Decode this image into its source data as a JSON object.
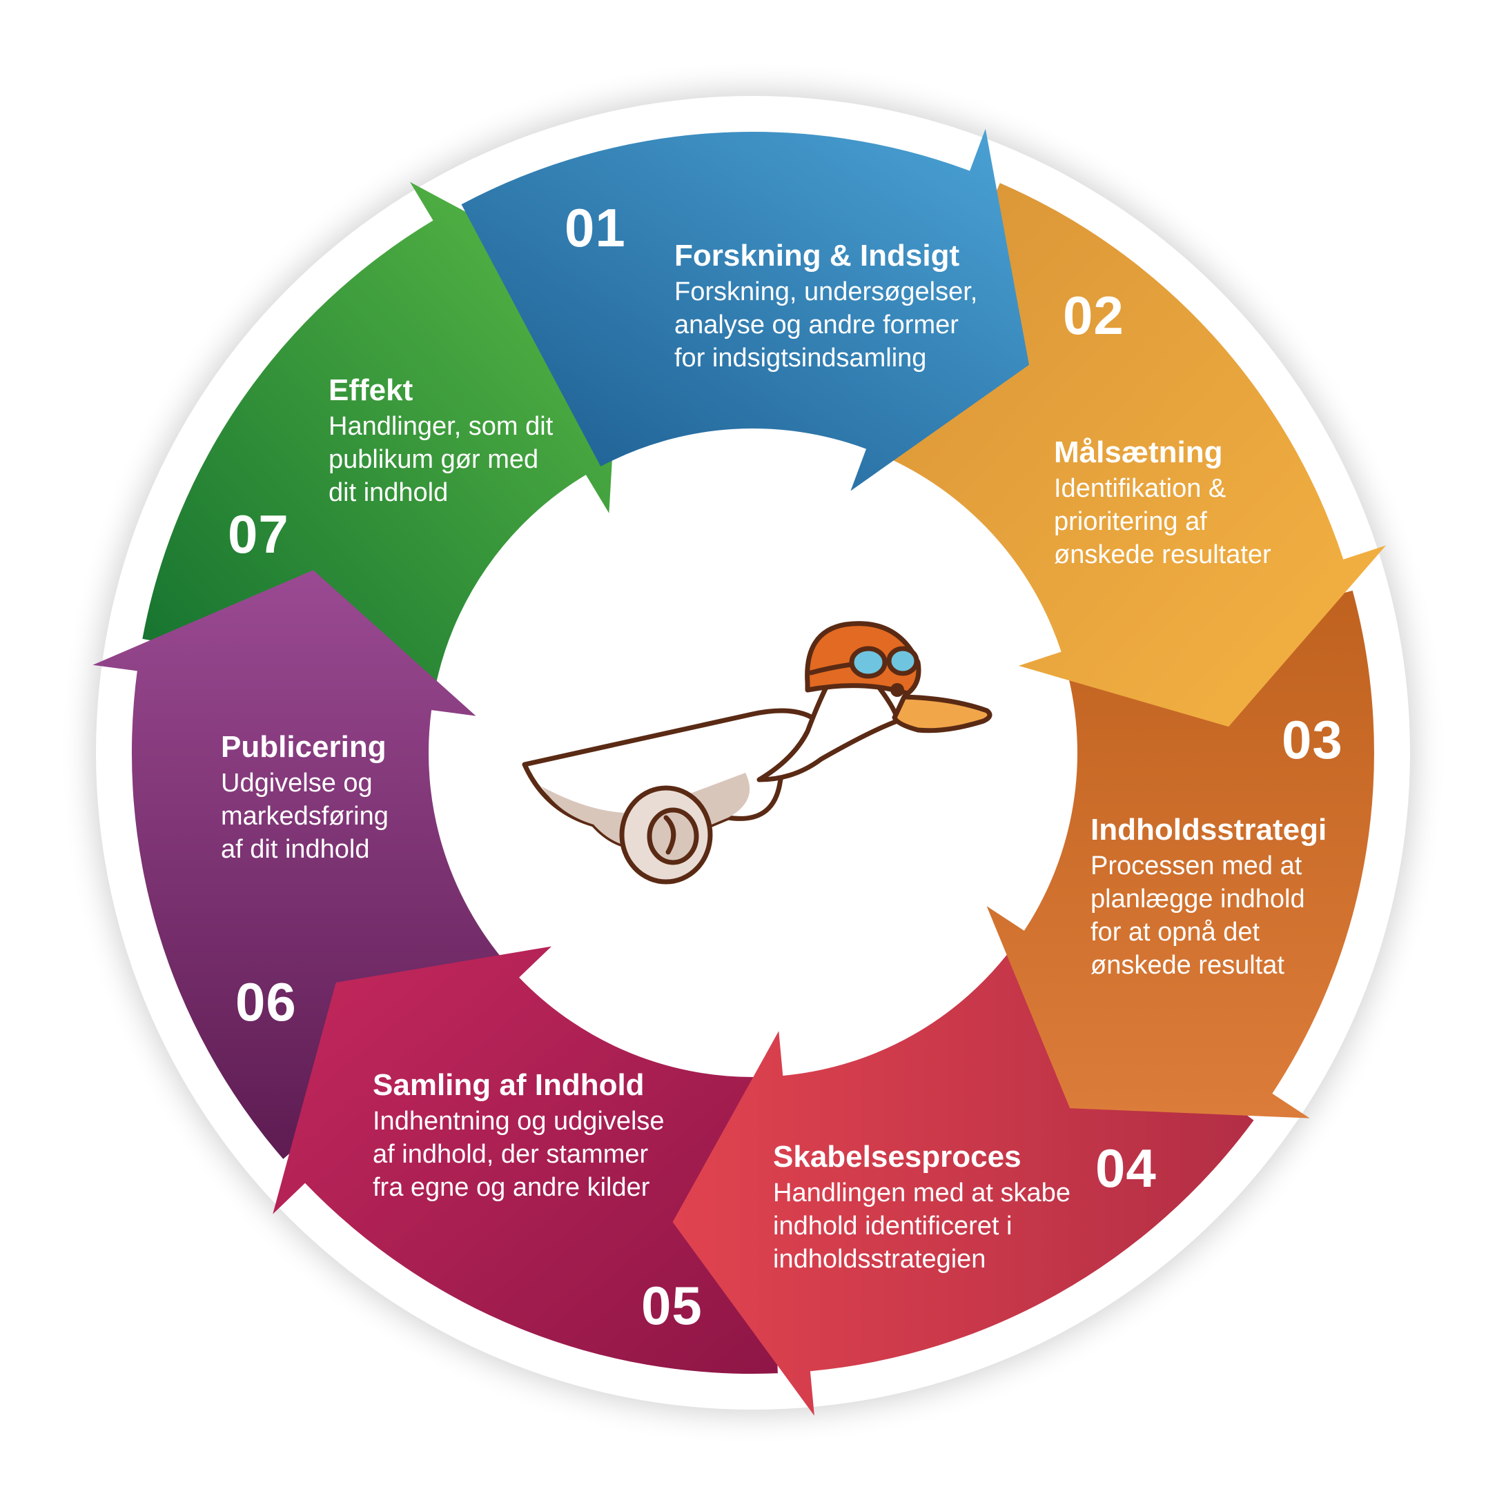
{
  "steps": [
    {
      "number": "01",
      "title": "Forskning & Indsigt",
      "lines": [
        "Forskning, undersøgelser,",
        "analyse og andre former",
        "for indsigtsindsamling"
      ]
    },
    {
      "number": "02",
      "title": "Målsætning",
      "lines": [
        "Identifikation &",
        "prioritering af",
        "ønskede resultater"
      ]
    },
    {
      "number": "03",
      "title": "Indholdsstrategi",
      "lines": [
        "Processen med at",
        "planlægge indhold",
        "for at opnå det",
        "ønskede resultat"
      ]
    },
    {
      "number": "04",
      "title": "Skabelsesproces",
      "lines": [
        "Handlingen med at skabe",
        "indhold identificeret i",
        "indholdsstrategien"
      ]
    },
    {
      "number": "05",
      "title": "Samling af Indhold",
      "lines": [
        "Indhentning og udgivelse",
        "af indhold, der stammer",
        "fra egne og andre kilder"
      ]
    },
    {
      "number": "06",
      "title": "Publicering",
      "lines": [
        "Udgivelse og",
        "markedsføring",
        "af dit indhold"
      ]
    },
    {
      "number": "07",
      "title": "Effekt",
      "lines": [
        "Handlinger, som dit",
        "publikum gør med",
        "dit indhold"
      ]
    }
  ],
  "colors": {
    "step1": [
      "#1b5a8d",
      "#4ba3d6"
    ],
    "step2": [
      "#d99436",
      "#f5b343"
    ],
    "step3": [
      "#c0621f",
      "#dc7c3a"
    ],
    "step4": [
      "#e0434f",
      "#b32e45"
    ],
    "step5": [
      "#c5285d",
      "#8e1646"
    ],
    "step6": [
      "#9a4a92",
      "#5e1c52"
    ],
    "step7": [
      "#5bbb46",
      "#14712f"
    ]
  },
  "center_icon": "duck-pilot-mascot-icon"
}
